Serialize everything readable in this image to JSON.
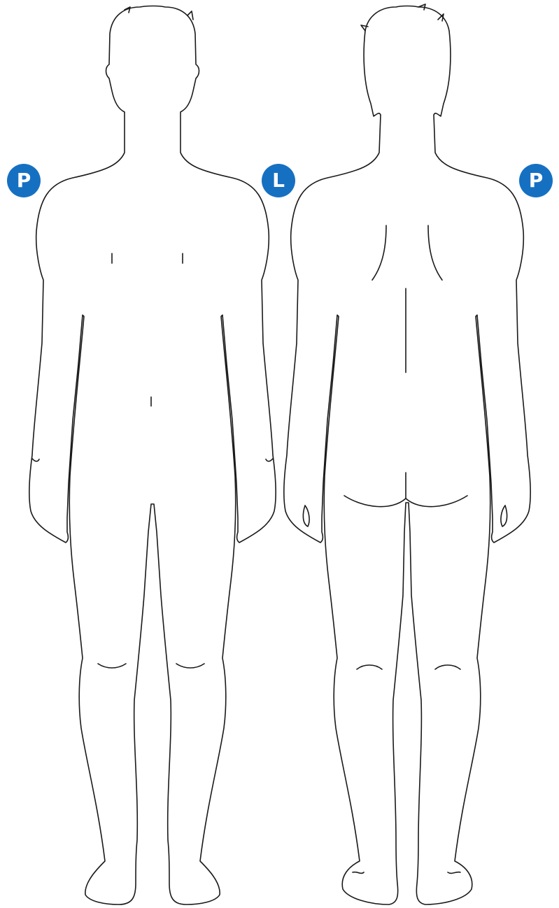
{
  "colors": {
    "background": "#ffffff",
    "outline": "#1a1a1a",
    "badge": "#1670c2",
    "badge_text": "#ffffff"
  },
  "badges": {
    "front_right_side": "P",
    "middle_left_side": "L",
    "back_right_side": "P"
  },
  "figures": {
    "front": "front-body-figure",
    "back": "back-body-figure"
  }
}
